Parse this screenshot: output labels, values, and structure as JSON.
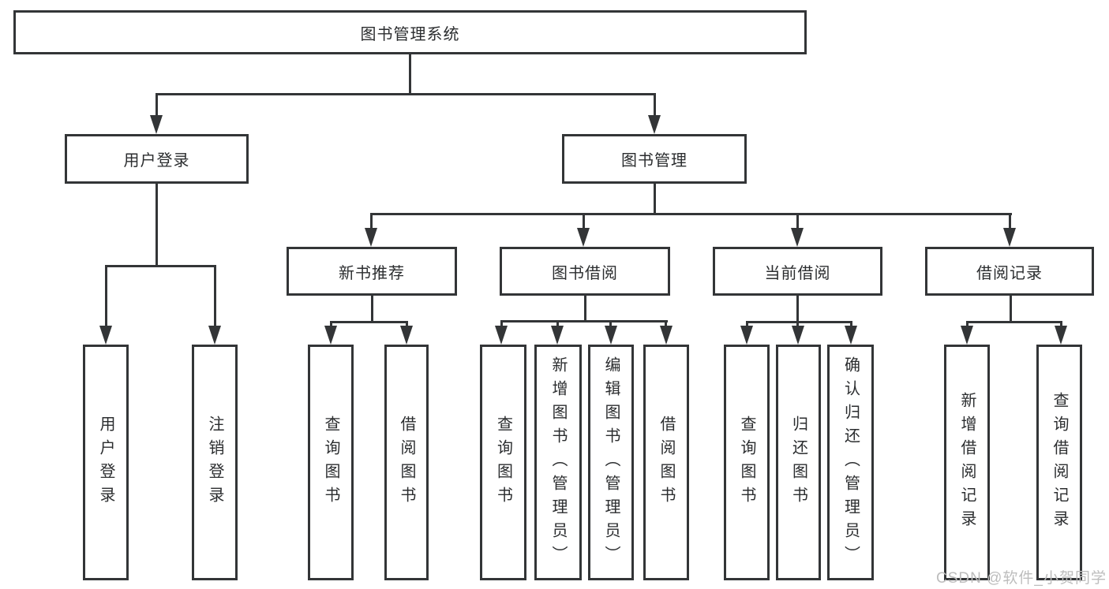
{
  "diagram": {
    "type": "hierarchy-tree",
    "colors": {
      "line": "#333537",
      "text": "#2b2d2f",
      "background": "#ffffff",
      "watermark": "#bdbdbd"
    },
    "watermark": "CSDN @软件_小贺同学"
  },
  "tree": {
    "root": {
      "label": "图书管理系统",
      "children": [
        {
          "label": "用户登录",
          "children": [
            {
              "label": "用户登录"
            },
            {
              "label": "注销登录"
            }
          ]
        },
        {
          "label": "图书管理",
          "children": [
            {
              "label": "新书推荐",
              "children": [
                {
                  "label": "查询图书"
                },
                {
                  "label": "借阅图书"
                }
              ]
            },
            {
              "label": "图书借阅",
              "children": [
                {
                  "label": "查询图书"
                },
                {
                  "label": "新增图书（管理员）"
                },
                {
                  "label": "编辑图书（管理员）"
                },
                {
                  "label": "借阅图书"
                }
              ]
            },
            {
              "label": "当前借阅",
              "children": [
                {
                  "label": "查询图书"
                },
                {
                  "label": "归还图书"
                },
                {
                  "label": "确认归还（管理员）"
                }
              ]
            },
            {
              "label": "借阅记录",
              "children": [
                {
                  "label": "新增借阅记录"
                },
                {
                  "label": "查询借阅记录"
                }
              ]
            }
          ]
        }
      ]
    }
  }
}
